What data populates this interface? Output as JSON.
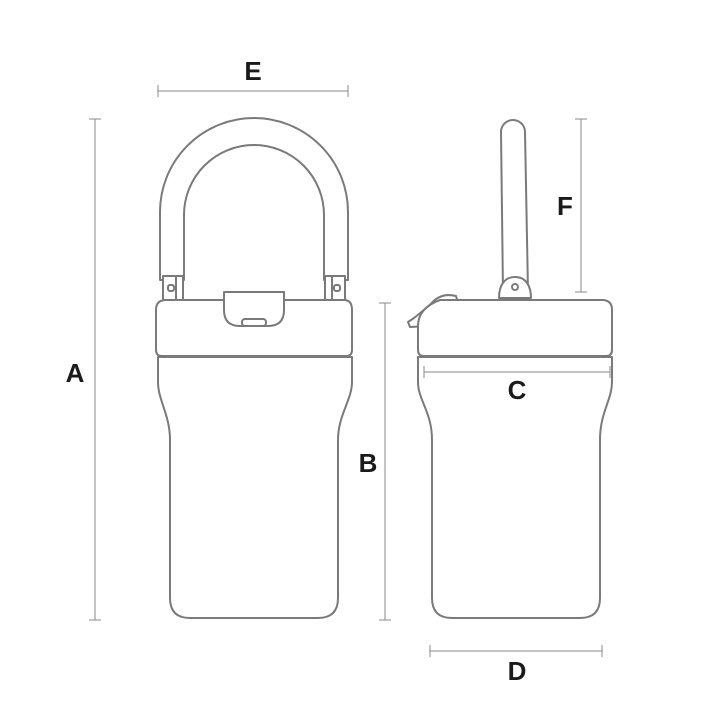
{
  "diagram": {
    "labels": {
      "a": "A",
      "b": "B",
      "c": "C",
      "d": "D",
      "e": "E",
      "f": "F"
    },
    "colors": {
      "outline": "#7a7a7a",
      "dimension_line": "#8a8a8a",
      "label_text": "#1a1a1a",
      "background": "#ffffff"
    }
  }
}
